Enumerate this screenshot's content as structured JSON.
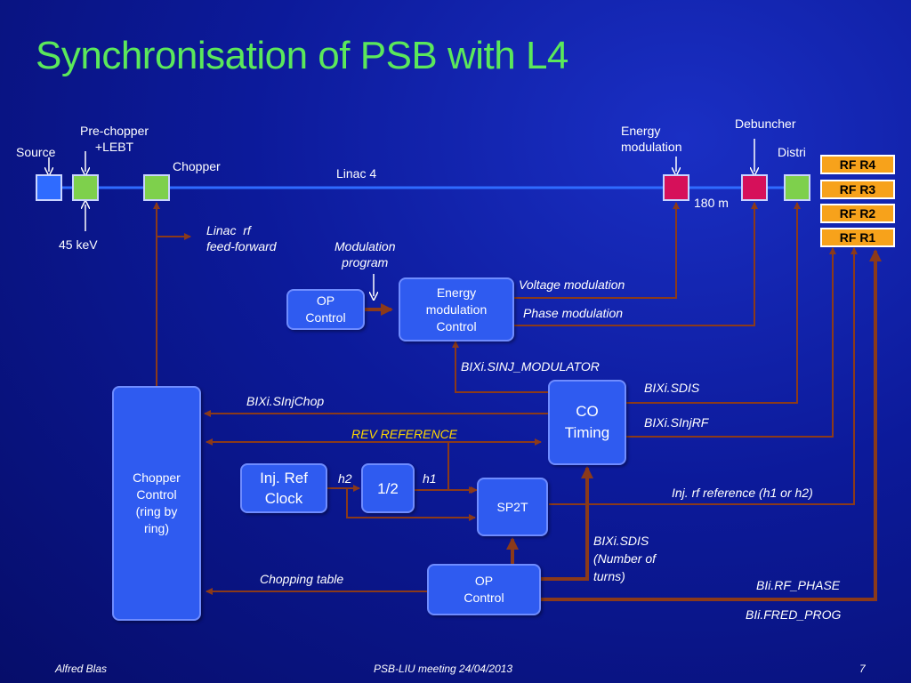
{
  "title": "Synchronisation of PSB with L4",
  "colors": {
    "arrow": "#8b3a1a",
    "beamline": "#2f6bff",
    "box": "#2f5bf0",
    "green_block": "#7ed04c",
    "magenta_block": "#d6105a",
    "rf_box": "#f7a21b",
    "title": "#5be85b",
    "rev_reference": "#ffd700"
  },
  "beamline": {
    "source": "Source",
    "prechopper": "Pre-chopper\n+LEBT",
    "chopper": "Chopper",
    "energy_keV": "45 keV",
    "linac": "Linac 4",
    "energy_modulation": "Energy\nmodulation",
    "debuncher": "Debuncher",
    "distri": "Distri",
    "distance": "180 m"
  },
  "rf_rings": [
    "RF R4",
    "RF R3",
    "RF R2",
    "RF R1"
  ],
  "labels": {
    "linac_rf": "Linac  rf\nfeed-forward",
    "modulation_program": "Modulation\nprogram",
    "voltage_modulation": "Voltage modulation",
    "phase_modulation": "Phase modulation",
    "sinj_modulator": "BIXi.SINJ_MODULATOR",
    "sinjchop": "BIXi.SInjChop",
    "sdis": "BIXi.SDIS",
    "sinjrf": "BIXi.SInjRF",
    "rev_reference": "REV REFERENCE",
    "h2": "h2",
    "h1": "h1",
    "inj_rf_reference": "Inj. rf reference (h1 or h2)",
    "sdis_turns": "BIXi.SDIS\n(Number of\nturns)",
    "chopping_table": "Chopping table",
    "rf_phase": "BIi.RF_PHASE",
    "fred_prog": "BIi.FRED_PROG"
  },
  "boxes": {
    "op_control_top": "OP\nControl",
    "energy_modulation_control": "Energy\nmodulation\nControl",
    "co_timing": "CO\nTiming",
    "chopper_control": "Chopper\nControl\n(ring by\nring)",
    "inj_ref_clock": "Inj. Ref\nClock",
    "divider": "1/2",
    "sp2t": "SP2T",
    "op_control_bottom": "OP\nControl"
  },
  "footer": {
    "author": "Alfred Blas",
    "meeting": "PSB-LIU meeting  24/04/2013",
    "page": "7"
  }
}
